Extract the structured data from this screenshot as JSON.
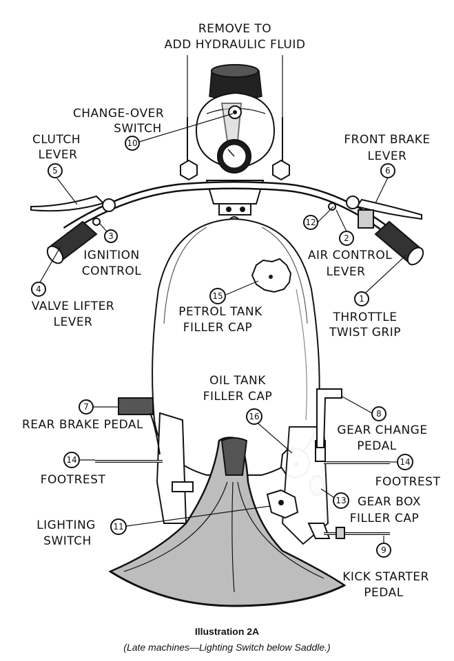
{
  "labels": {
    "remove_1": "REMOVE TO",
    "remove_2": "ADD HYDRAULIC FLUID",
    "changeover_1": "CHANGE-OVER",
    "changeover_2": "SWITCH",
    "clutch_1": "CLUTCH",
    "clutch_2": "LEVER",
    "front_brake_1": "FRONT BRAKE",
    "front_brake_2": "LEVER",
    "ignition_1": "IGNITION",
    "ignition_2": "CONTROL",
    "air_1": "AIR CONTROL",
    "air_2": "LEVER",
    "valve_1": "VALVE LIFTER",
    "valve_2": "LEVER",
    "petrol_1": "PETROL TANK",
    "petrol_2": "FILLER CAP",
    "throttle_1": "THROTTLE",
    "throttle_2": "TWIST GRIP",
    "oil_1": "OIL TANK",
    "oil_2": "FILLER CAP",
    "rear_brake": "REAR BRAKE PEDAL",
    "gear_change_1": "GEAR CHANGE",
    "gear_change_2": "PEDAL",
    "footrest_left": "FOOTREST",
    "footrest_right": "FOOTREST",
    "gearbox_1": "GEAR BOX",
    "gearbox_2": "FILLER CAP",
    "lighting_1": "LIGHTING",
    "lighting_2": "SWITCH",
    "kick_1": "KICK STARTER",
    "kick_2": "PEDAL"
  },
  "callouts": {
    "n1": "1",
    "n2": "2",
    "n3": "3",
    "n4": "4",
    "n5": "5",
    "n6": "6",
    "n7": "7",
    "n8": "8",
    "n9": "9",
    "n10": "10",
    "n11": "11",
    "n12": "12",
    "n13": "13",
    "n14a": "14",
    "n14b": "14",
    "n15": "15",
    "n16": "16"
  },
  "caption": {
    "title": "Illustration 2A",
    "subtitle": "(Late machines—Lighting Switch below Saddle.)"
  }
}
